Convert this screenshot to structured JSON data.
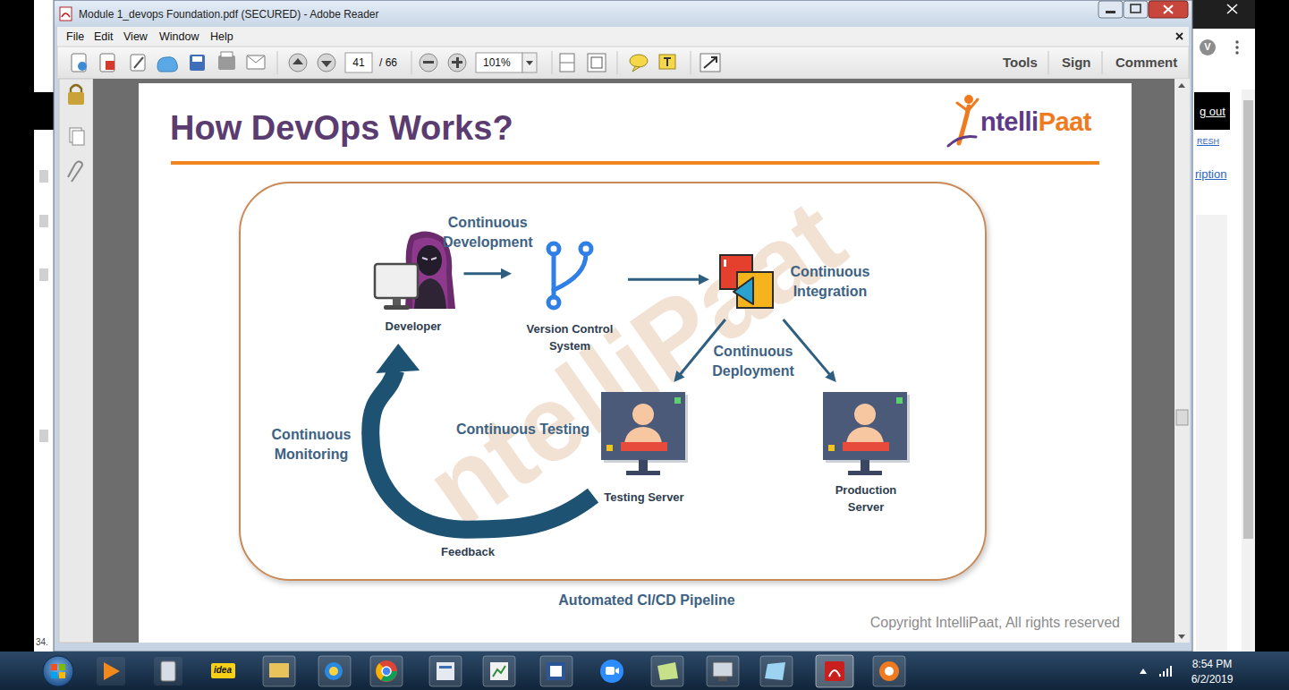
{
  "diagram": {
    "title": "How DevOps Works?",
    "caption": "Automated CI/CD Pipeline",
    "nodes": [
      {
        "text": [
          "Developer"
        ]
      },
      {
        "text": [
          "Version Control System"
        ]
      },
      {
        "text": [
          "Continuous Integration"
        ]
      },
      {
        "text": [
          "Testing Server"
        ]
      },
      {
        "text": [
          "Production Server"
        ]
      }
    ],
    "edges": [
      {
        "from": 0,
        "to": 1,
        "arrow": "to",
        "label": "Continuous Development"
      },
      {
        "from": 1,
        "to": 2,
        "arrow": "to"
      },
      {
        "from": 2,
        "to": 3,
        "arrow": "to"
      },
      {
        "from": 2,
        "to": 4,
        "arrow": "to"
      },
      {
        "from": 3,
        "to": 0,
        "arrow": "to"
      }
    ],
    "labels": [
      "Module 1_devops Foundation.pdf (SECURED) - Adobe Reader",
      "File",
      "Edit",
      "View",
      "Window",
      "Help",
      "41",
      "/ 66",
      "101%",
      "Tools",
      "Sign",
      "Comment",
      "g out",
      "RESH",
      "ription",
      "V",
      "34.",
      "idea",
      "8:54 PM",
      "6/2/2019",
      "ntelli",
      "Paat",
      "ntelliPaat",
      "Continuous Deployment",
      "Continuous Testing",
      "Continuous Monitoring",
      "Feedback",
      "Copyright IntelliPaat, All rights reserved"
    ]
  }
}
